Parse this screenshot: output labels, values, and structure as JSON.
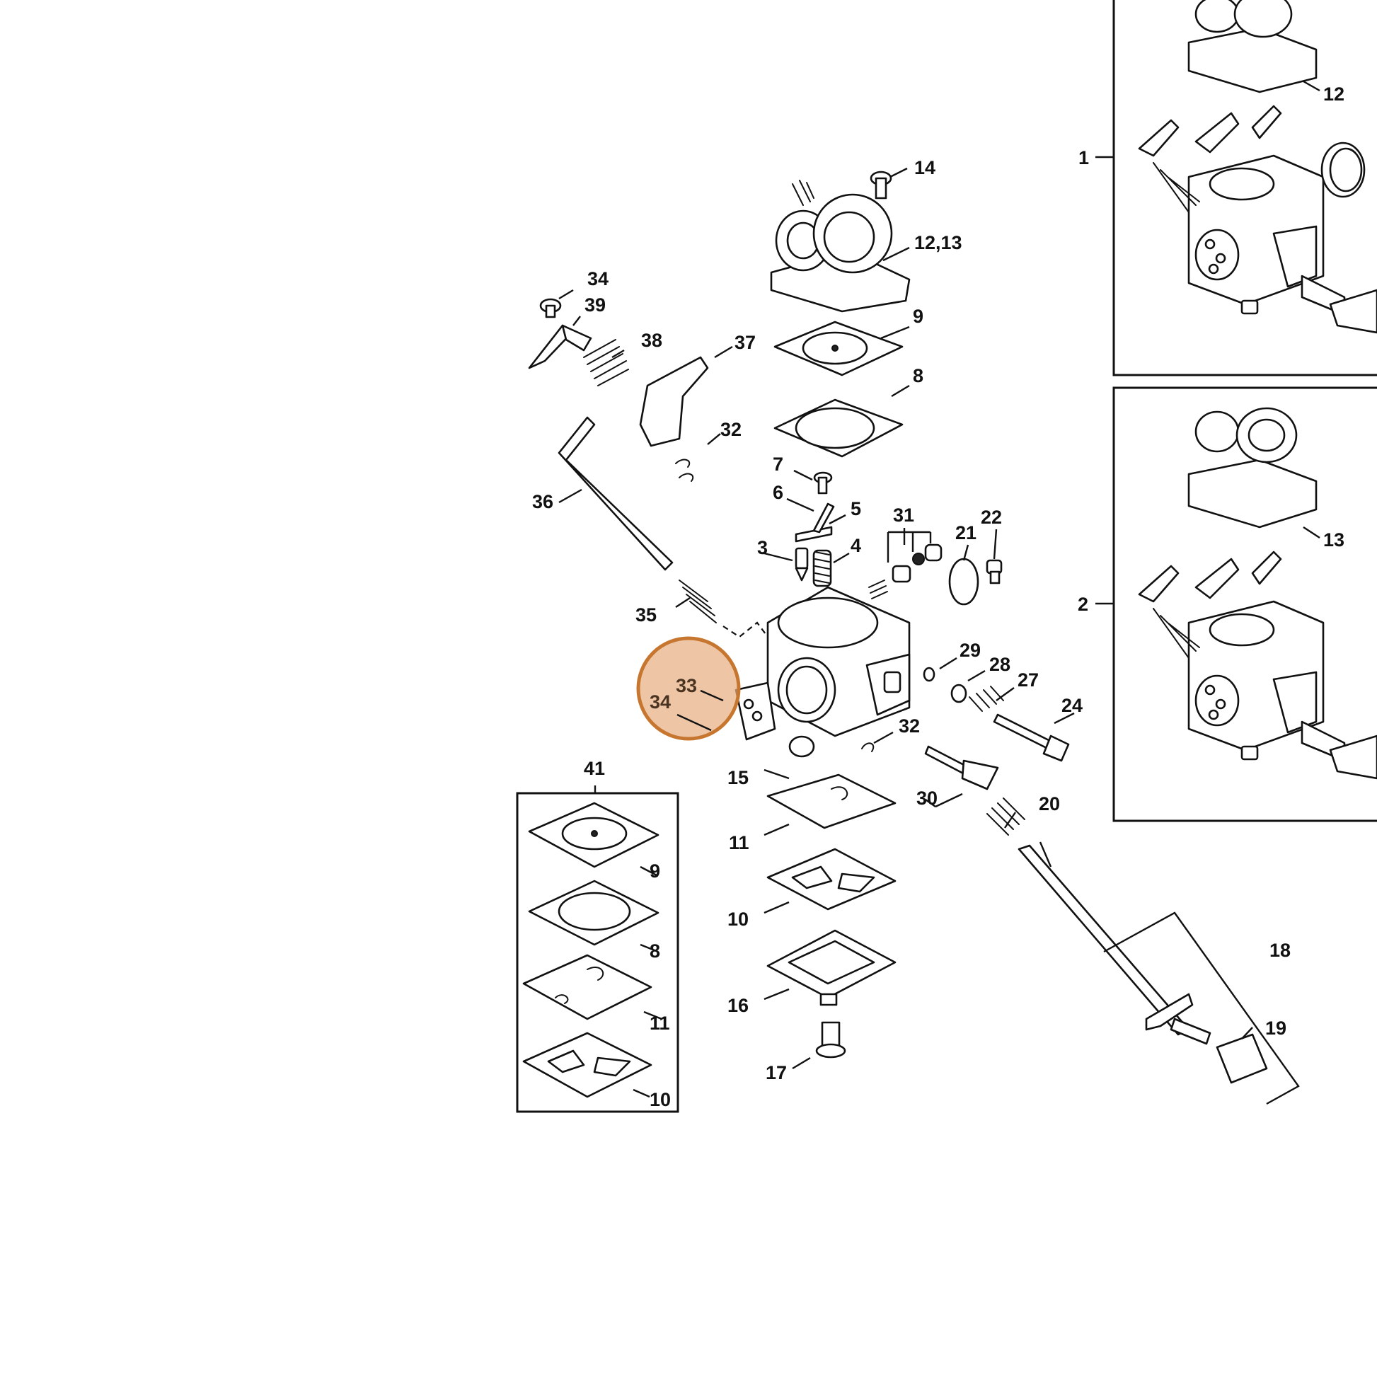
{
  "diagram": {
    "highlight_color": "#e8b083",
    "highlight_stroke": "#c7762f",
    "labels": {
      "p1": "1",
      "p2": "2",
      "p3": "3",
      "p4": "4",
      "p5": "5",
      "p6": "6",
      "p7": "7",
      "p8a": "8",
      "p8b": "8",
      "p9a": "9",
      "p9b": "9",
      "p10a": "10",
      "p10b": "10",
      "p11a": "11",
      "p11b": "11",
      "p12": "12",
      "p1213": "12,13",
      "p13": "13",
      "p14": "14",
      "p15": "15",
      "p16": "16",
      "p17": "17",
      "p18": "18",
      "p19": "19",
      "p20": "20",
      "p21": "21",
      "p22": "22",
      "p24": "24",
      "p27": "27",
      "p28": "28",
      "p29": "29",
      "p30": "30",
      "p31": "31",
      "p32a": "32",
      "p32b": "32",
      "p33": "33",
      "p34a": "34",
      "p34b": "34",
      "p35": "35",
      "p36": "36",
      "p37": "37",
      "p38": "38",
      "p39": "39",
      "p41": "41"
    }
  }
}
